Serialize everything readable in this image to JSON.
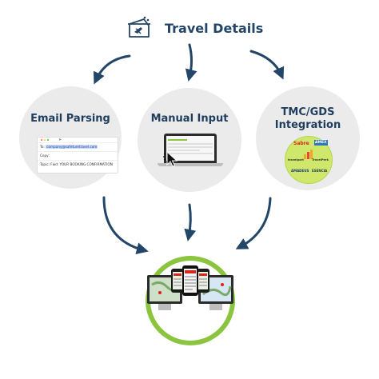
{
  "header": {
    "title": "Travel Details",
    "icon": "travel-ticket-icon"
  },
  "nodes": [
    {
      "label": "Email Parsing"
    },
    {
      "label": "Manual Input"
    },
    {
      "label": "TMC/GDS Integration"
    }
  ],
  "email": {
    "to_label": "To:",
    "to_value": "company@safeturetravel.com",
    "copy_label": "Copy:",
    "topic_label": "Topic:",
    "topic_value": "Fwd: YOUR BOOKING CONFIRMATION"
  },
  "tmc_logos": {
    "sabre": "Sabre",
    "amex": "AMEX",
    "travelport": "travelport",
    "travelperk": "TravelPerk",
    "amadeus": "AMADEUS",
    "esencia": "ESENCIA"
  },
  "colors": {
    "arrow": "#234668",
    "title": "#234668",
    "circle": "#ebebeb",
    "accent_green": "#8bc540",
    "tmc_disc": "#cfe86b"
  }
}
